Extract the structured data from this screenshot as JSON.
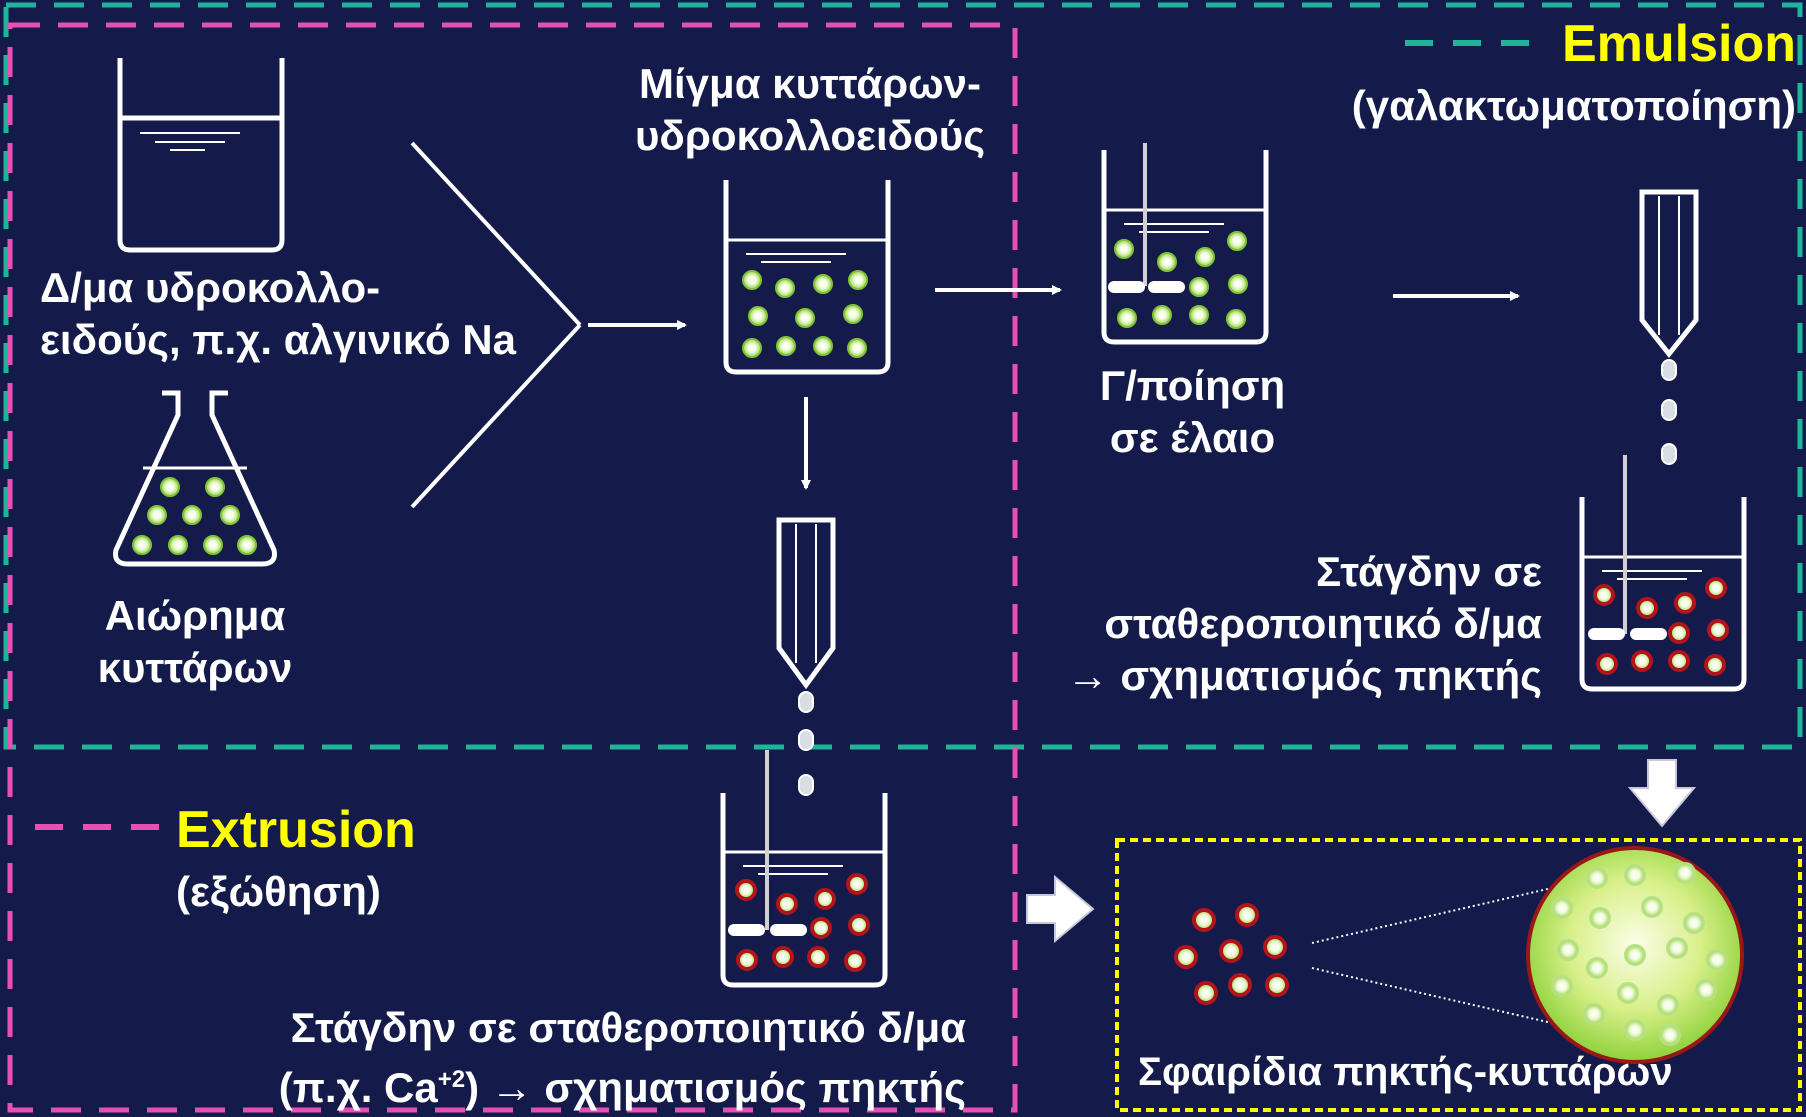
{
  "colors": {
    "background": "#141a4a",
    "emulsion_frame": "#1fb59a",
    "extrusion_frame": "#e84fb4",
    "result_frame": "#ffff00",
    "title_text": "#ffff00",
    "body_text": "#ffffff",
    "cell_green": "#8fd23c",
    "bead_red": "#b3141b"
  },
  "labels": {
    "hydrocolloid_solution_1": "Δ/μα υδροκολλο-",
    "hydrocolloid_solution_2": "ειδούς, π.χ. αλγινικό Na",
    "cell_suspension_1": "Αιώρημα",
    "cell_suspension_2": "κυττάρων",
    "mixture_1": "Μίγμα κυττάρων-",
    "mixture_2": "υδροκολλοειδούς",
    "oil_emulsion_1": "Γ/ποίηση",
    "oil_emulsion_2": "σε έλαιο",
    "emulsion_drop_1": "Στάγδην σε",
    "emulsion_drop_2": "σταθεροποιητικό δ/μα",
    "emulsion_drop_3": "→ σχηματισμός πηκτής",
    "extrusion_drop_1": "Στάγδην σε σταθεροποιητικό δ/μα",
    "extrusion_drop_2a": "(π.χ. Ca",
    "extrusion_drop_2sup": "+2",
    "extrusion_drop_2b": ") → σχηματισμός πηκτής",
    "result": "Σφαιρίδια πηκτής-κυττάρων"
  },
  "legend": {
    "emulsion_title": "Emulsion",
    "emulsion_subtitle": "(γαλακτωματοποίηση)",
    "extrusion_title": "Extrusion",
    "extrusion_subtitle": "(εξώθηση)"
  }
}
